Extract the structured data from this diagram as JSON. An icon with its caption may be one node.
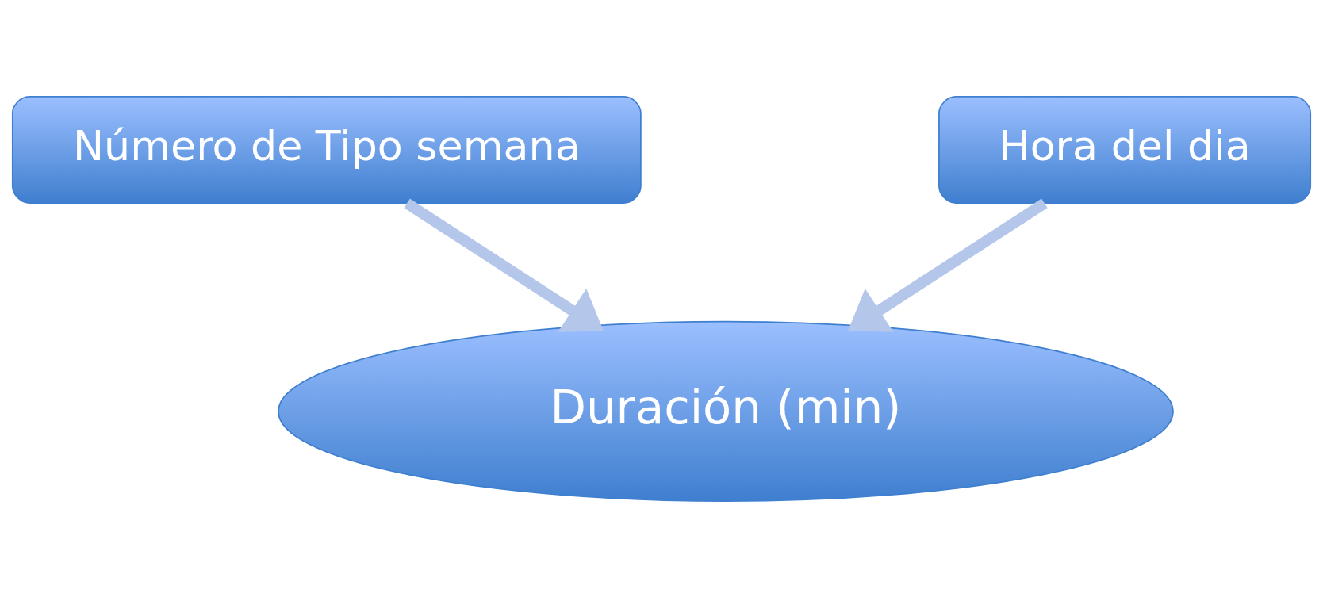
{
  "diagram": {
    "nodes": [
      {
        "text": [
          "Número de Tipo semana"
        ]
      },
      {
        "text": [
          "Hora del dia"
        ]
      },
      {
        "text": [
          "Duración (min)"
        ]
      }
    ],
    "edges": [
      {
        "from": 0,
        "to": 2,
        "arrow": "to"
      },
      {
        "from": 1,
        "to": 2,
        "arrow": "to"
      }
    ]
  }
}
